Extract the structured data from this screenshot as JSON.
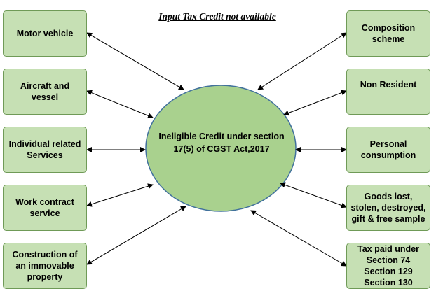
{
  "title": "Input Tax Credit not available",
  "center": "Ineligible Credit under section 17(5) of CGST Act,2017",
  "left_items": [
    "Motor vehicle",
    "Aircraft and vessel",
    "Individual related Services",
    "Work contract service",
    "Construction of an immovable property"
  ],
  "right_items": [
    "Composition scheme",
    "Non Resident",
    "Personal consumption",
    "Goods lost, stolen, destroyed, gift & free sample",
    "Tax paid under Section 74 Section 129 Section 130"
  ],
  "colors": {
    "box_fill": "#c6e0b4",
    "box_border": "#6f9a57",
    "ellipse_fill": "#a9d18e",
    "ellipse_border": "#41719c",
    "arrow": "#000000"
  }
}
